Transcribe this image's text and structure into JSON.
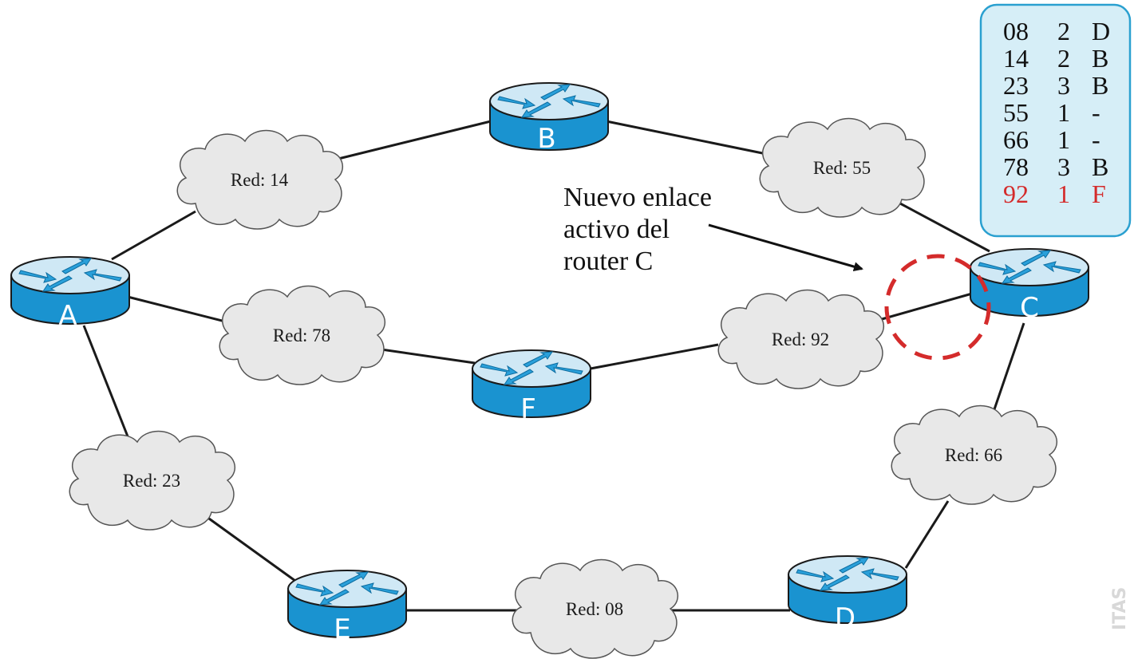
{
  "colors": {
    "link": "#1a1a1a",
    "router_body": "#1a93d0",
    "router_top": "#cfe8f5",
    "router_arrow": "#2aa0da",
    "cloud_fill": "#e8e8e8",
    "cloud_stroke": "#555555",
    "table_bg": "#d6eef7",
    "table_border": "#2aa0d0",
    "highlight": "#d42b2b"
  },
  "routers": [
    {
      "id": "A",
      "label": "A"
    },
    {
      "id": "B",
      "label": "B"
    },
    {
      "id": "C",
      "label": "C"
    },
    {
      "id": "D",
      "label": "D"
    },
    {
      "id": "E",
      "label": "E"
    },
    {
      "id": "F",
      "label": "F"
    }
  ],
  "networks": [
    {
      "id": "14",
      "label": "Red: 14"
    },
    {
      "id": "55",
      "label": "Red: 55"
    },
    {
      "id": "78",
      "label": "Red: 78"
    },
    {
      "id": "92",
      "label": "Red: 92"
    },
    {
      "id": "23",
      "label": "Red: 23"
    },
    {
      "id": "66",
      "label": "Red: 66"
    },
    {
      "id": "08",
      "label": "Red: 08"
    }
  ],
  "annotation": {
    "lines": [
      "Nuevo enlace",
      "activo del",
      "router C"
    ]
  },
  "routing_table": {
    "rows": [
      {
        "net": "08",
        "hops": "2",
        "via": "D",
        "highlight": false
      },
      {
        "net": "14",
        "hops": "2",
        "via": "B",
        "highlight": false
      },
      {
        "net": "23",
        "hops": "3",
        "via": "B",
        "highlight": false
      },
      {
        "net": "55",
        "hops": "1",
        "via": "-",
        "highlight": false
      },
      {
        "net": "66",
        "hops": "1",
        "via": "-",
        "highlight": false
      },
      {
        "net": "78",
        "hops": "3",
        "via": "B",
        "highlight": false
      },
      {
        "net": "92",
        "hops": "1",
        "via": "F",
        "highlight": true
      }
    ]
  },
  "watermark": "ITAS"
}
